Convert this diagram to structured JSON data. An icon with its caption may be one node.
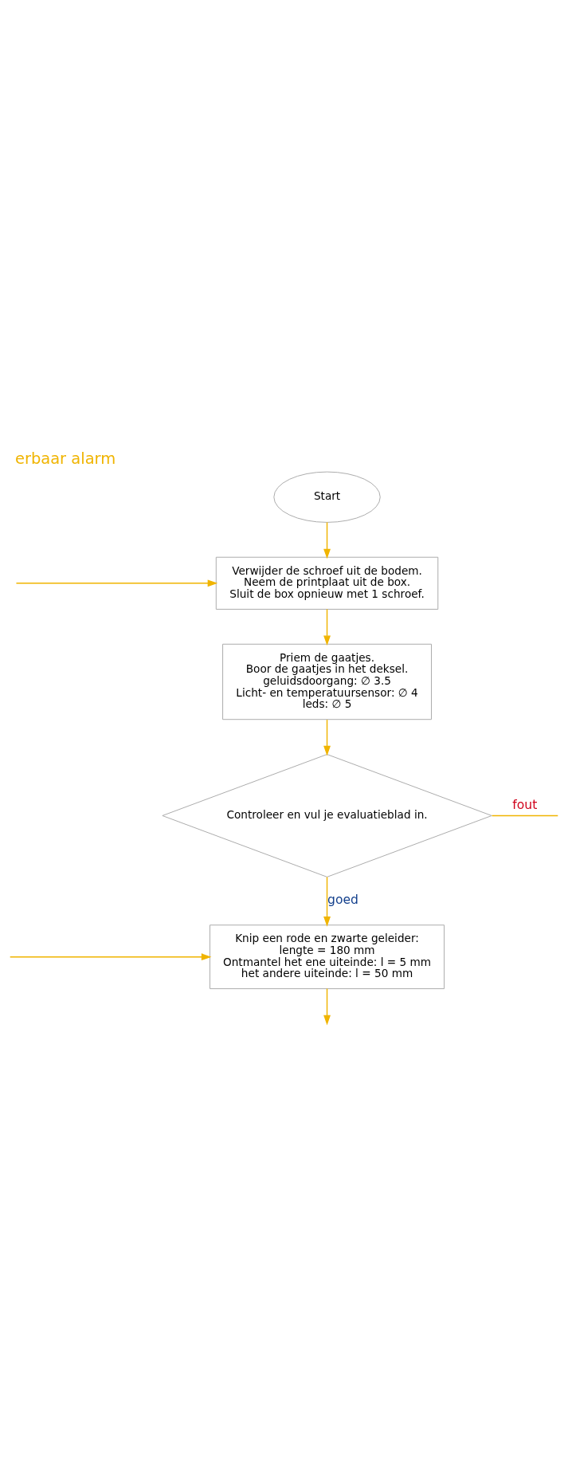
{
  "diagram": {
    "title": "erbaar alarm",
    "nodes": [
      {
        "text": [
          "Start"
        ]
      },
      {
        "text": [
          "Verwijder de schroef uit de bodem.",
          "Neem de printplaat uit de box.",
          "Sluit de box opnieuw met 1 schroef."
        ]
      },
      {
        "text": [
          "Priem de gaatjes.",
          "Boor de gaatjes in het deksel.",
          "geluidsdoorgang: ∅ 3.5",
          "Licht- en temperatuursensor: ∅ 4",
          "leds: ∅ 5"
        ]
      },
      {
        "text": [
          "Controleer en vul je evaluatieblad in."
        ]
      },
      {
        "text": [
          "Knip een rode en zwarte geleider:",
          "lengte = 180 mm",
          "Ontmantel het ene uiteinde: l = 5 mm",
          "het andere uiteinde: l = 50 mm"
        ]
      }
    ],
    "edges": [
      {
        "from": 0,
        "to": 1,
        "arrow": "to"
      },
      {
        "from": null,
        "to": 1,
        "arrow": "to"
      },
      {
        "from": 1,
        "to": 2,
        "arrow": "to"
      },
      {
        "from": 2,
        "to": 3,
        "arrow": "to"
      },
      {
        "from": 3,
        "to": null,
        "arrow": "none",
        "label": "fout"
      },
      {
        "from": 3,
        "to": 4,
        "arrow": "to",
        "label": "goed"
      },
      {
        "from": null,
        "to": 4,
        "arrow": "to"
      },
      {
        "from": 4,
        "to": null,
        "arrow": "to"
      }
    ]
  }
}
